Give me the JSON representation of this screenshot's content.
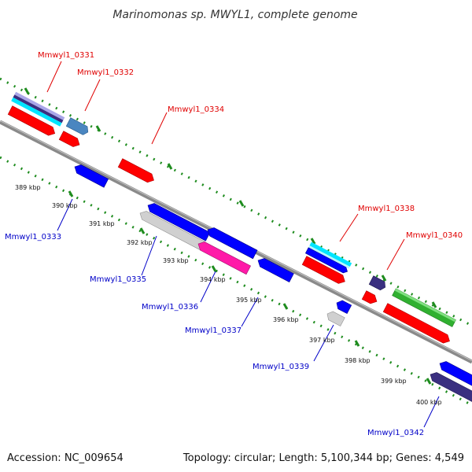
{
  "header": {
    "title": "Marinomonas sp. MWYL1, complete genome"
  },
  "footer": {
    "accession": "Accession: NC_009654",
    "topology": "Topology: circular; Length: 5,100,344 bp; Genes: 4,549"
  },
  "map": {
    "tick_labels": [
      "389 kbp",
      "390 kbp",
      "391 kbp",
      "392 kbp",
      "393 kbp",
      "394 kbp",
      "395 kbp",
      "396 kbp",
      "397 kbp",
      "398 kbp",
      "399 kbp",
      "400 kbp"
    ],
    "forward_gene_labels": [
      "Mmwyl1_0331",
      "Mmwyl1_0332",
      "Mmwyl1_0334",
      "Mmwyl1_0338",
      "Mmwyl1_0340"
    ],
    "reverse_gene_labels": [
      "Mmwyl1_0333",
      "Mmwyl1_0335",
      "Mmwyl1_0336",
      "Mmwyl1_0337",
      "Mmwyl1_0339",
      "Mmwyl1_0342"
    ]
  },
  "colors": {
    "backbone": "#8a8a8a",
    "ticks": "#1e8c1e",
    "forward_label": "#e00000",
    "reverse_label": "#0000c8",
    "cds": "#ff0000",
    "gene_blue": "#0000ff",
    "gene_cyan": "#00e5ff",
    "gene_steel": "#4a86c0",
    "gene_navy": "#3a2f80",
    "gene_gray": "#c8c8c8",
    "gene_pink": "#ff1aa8",
    "gene_green": "#30b030"
  }
}
